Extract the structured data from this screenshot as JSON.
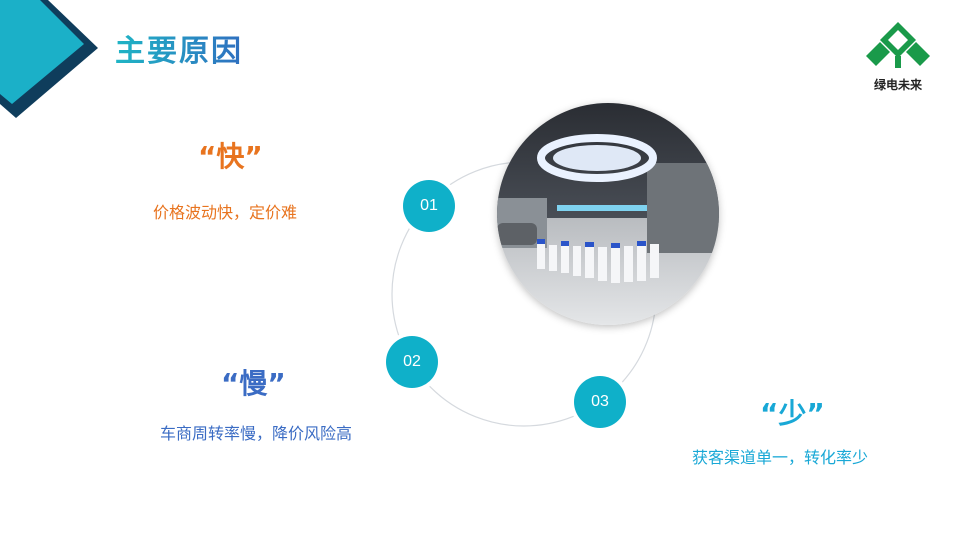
{
  "header": {
    "title": "主要原因"
  },
  "logo": {
    "text": "绿电未来",
    "icon": "green-mountain-logo-icon",
    "color": "#1a9a4a"
  },
  "photo": {
    "icon": "showroom-photo"
  },
  "reasons": [
    {
      "number": "01",
      "keyword": "“快”",
      "description": "价格波动快，定价难",
      "color": "#e8741f"
    },
    {
      "number": "02",
      "keyword": "“慢”",
      "description": "车商周转率慢，降价风险高",
      "color": "#3b6cc4"
    },
    {
      "number": "03",
      "keyword": "“少”",
      "description": "获客渠道单一，转化率少",
      "color": "#19a8d6"
    }
  ],
  "colors": {
    "accent": "#0fb0c9",
    "dark": "#0f3d5c"
  }
}
